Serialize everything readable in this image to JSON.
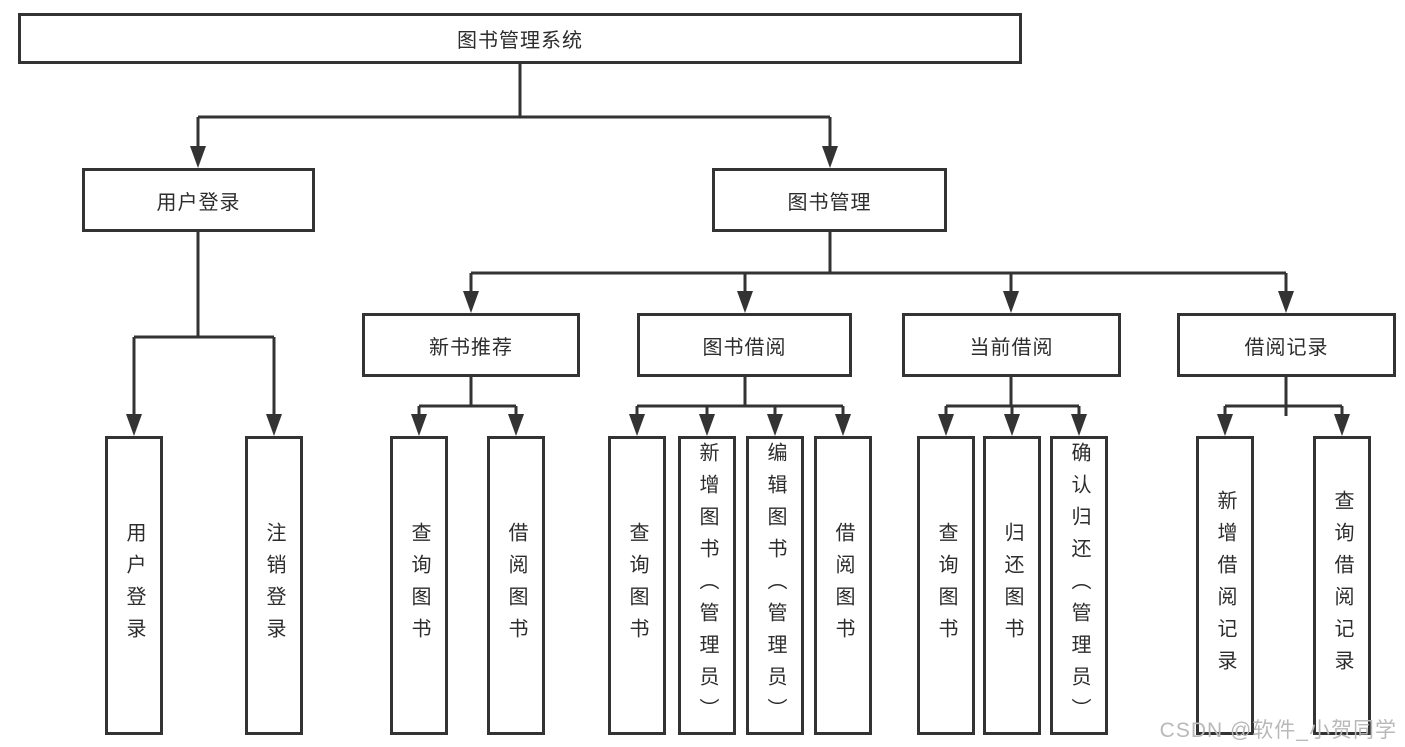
{
  "diagram": {
    "root": {
      "label": "图书管理系统"
    },
    "branches": [
      {
        "label": "用户登录",
        "children": [
          {
            "label": "用户登录"
          },
          {
            "label": "注销登录"
          }
        ]
      },
      {
        "label": "图书管理",
        "children": [
          {
            "label": "新书推荐",
            "children": [
              {
                "label": "查询图书"
              },
              {
                "label": "借阅图书"
              }
            ]
          },
          {
            "label": "图书借阅",
            "children": [
              {
                "label": "查询图书"
              },
              {
                "label": "新增图书（管理员）"
              },
              {
                "label": "编辑图书（管理员）"
              },
              {
                "label": "借阅图书"
              }
            ]
          },
          {
            "label": "当前借阅",
            "children": [
              {
                "label": "查询图书"
              },
              {
                "label": "归还图书"
              },
              {
                "label": "确认归还（管理员）"
              }
            ]
          },
          {
            "label": "借阅记录",
            "children": [
              {
                "label": "新增借阅记录"
              },
              {
                "label": "查询借阅记录"
              }
            ]
          }
        ]
      }
    ]
  },
  "watermark": {
    "text": "CSDN @软件_小贺同学"
  },
  "colors": {
    "line": "#333333",
    "text": "#2d2d2d",
    "background": "#ffffff",
    "watermark": "#b9b9b9"
  }
}
